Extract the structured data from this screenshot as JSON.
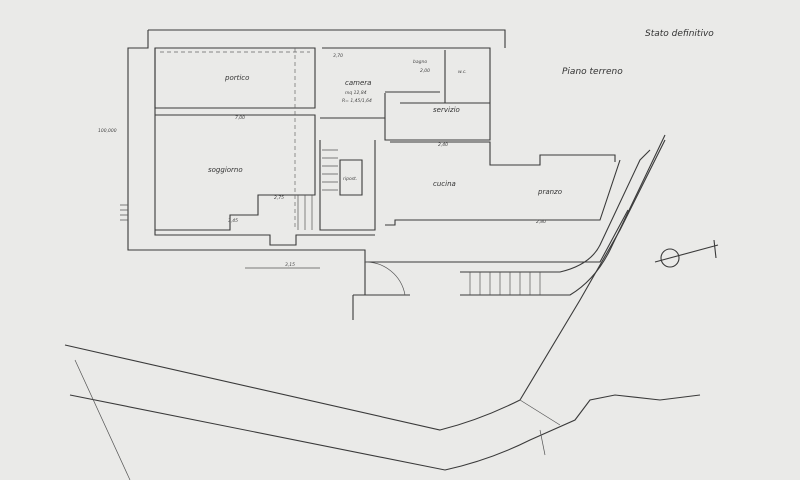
{
  "title": "Stato definitivo",
  "subtitle": "Piano terreno",
  "rooms": {
    "portico": "portico",
    "camera": "camera",
    "camera_area": "mq 12,84",
    "camera_ratio": "R= 1,45/1,64",
    "bagno": "bagno",
    "wc": "w.c.",
    "servizio": "servizio",
    "soggiorno": "soggiorno",
    "ripostiglio": "ripost.",
    "cucina": "cucina",
    "pranzo": "pranzo"
  },
  "dimensions": {
    "level": "100,000",
    "portico_width": "7,00",
    "camera_door": "3,70",
    "bagno_width": "2,00",
    "servizio_width": "2,40",
    "soggiorno_window": "3,45",
    "pranzo_window": "2,80",
    "stair_width": "2,75",
    "scale_bar": "3,15"
  }
}
